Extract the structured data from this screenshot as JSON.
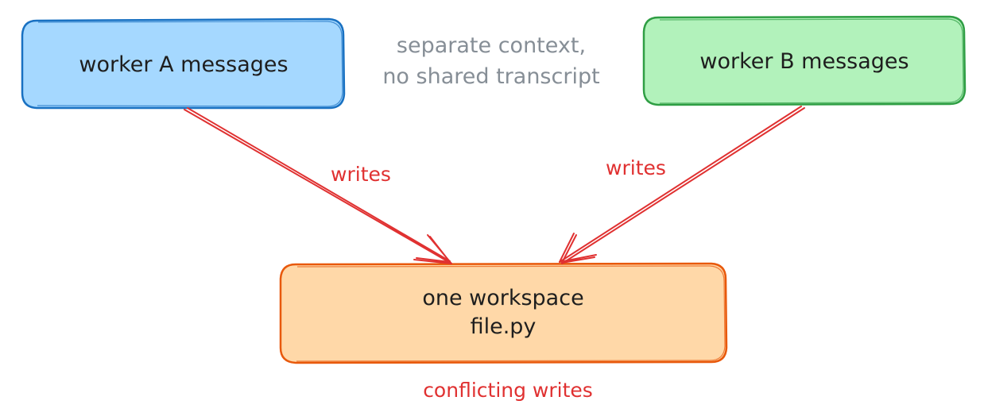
{
  "nodes": {
    "worker_a": {
      "label": "worker A messages",
      "fill": "#a5d8ff",
      "stroke": "#1971c2"
    },
    "worker_b": {
      "label": "worker B messages",
      "fill": "#b2f2bb",
      "stroke": "#2f9e44"
    },
    "workspace": {
      "line1": "one workspace",
      "line2": "file.py",
      "fill": "#ffd8a8",
      "stroke": "#e8590c"
    }
  },
  "edges": {
    "a_to_workspace": {
      "label": "writes"
    },
    "b_to_workspace": {
      "label": "writes"
    },
    "color": "#e03131"
  },
  "notes": {
    "separate_context": {
      "line1": "separate context,",
      "line2": "no shared transcript",
      "color": "#868e96"
    },
    "conflict": {
      "label": "conflicting writes",
      "color": "#e03131"
    }
  }
}
